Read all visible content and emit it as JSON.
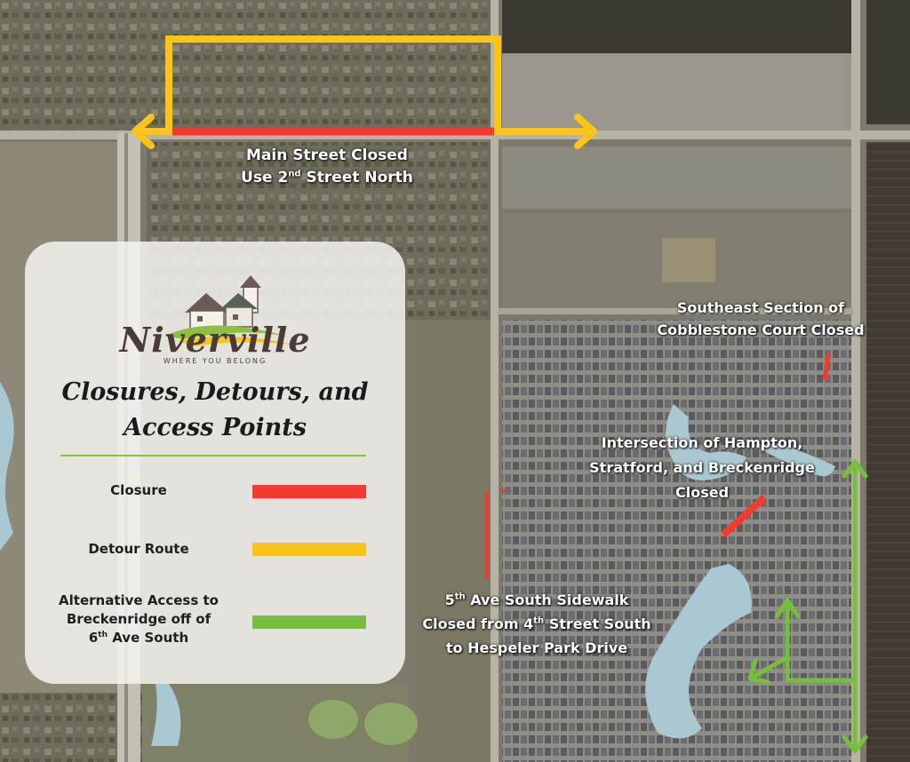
{
  "labels": {
    "main_street": {
      "line1": "Main Street Closed",
      "line2_pre": "Use 2",
      "line2_sup": "nd",
      "line2_post": " Street North"
    },
    "cobblestone": {
      "line1": "Southeast Section of",
      "line2": "Cobblestone Court Closed"
    },
    "hampton": {
      "line1": "Intersection of Hampton,",
      "line2": "Stratford, and Breckenridge",
      "line3": "Closed"
    },
    "fifth_ave": {
      "l1_pre": "5",
      "l1_sup": "th",
      "l1_post": " Ave South Sidewalk",
      "l2_pre": "Closed from 4",
      "l2_sup": "th",
      "l2_post": " Street South",
      "l3": "to Hespeler Park Drive"
    }
  },
  "legend": {
    "brand": "Niverville",
    "tagline": "WHERE YOU BELONG",
    "title_line1": "Closures, Detours, and",
    "title_line2": "Access Points",
    "closure_label": "Closure",
    "detour_label": "Detour Route",
    "access_line1": "Alternative Access to",
    "access_line2": "Breckenridge off of",
    "access_line3_pre": "6",
    "access_line3_sup": "th",
    "access_line3_post": " Ave South"
  },
  "colors": {
    "closure": "#f23a30",
    "detour": "#fcc419",
    "access": "#76bf3a",
    "logo_green": "#8dc03f",
    "logo_gold": "#f5c518",
    "brand_text": "#4a3a38"
  },
  "icons": [
    "niverville-logo-icon",
    "house-icon",
    "tower-icon"
  ]
}
